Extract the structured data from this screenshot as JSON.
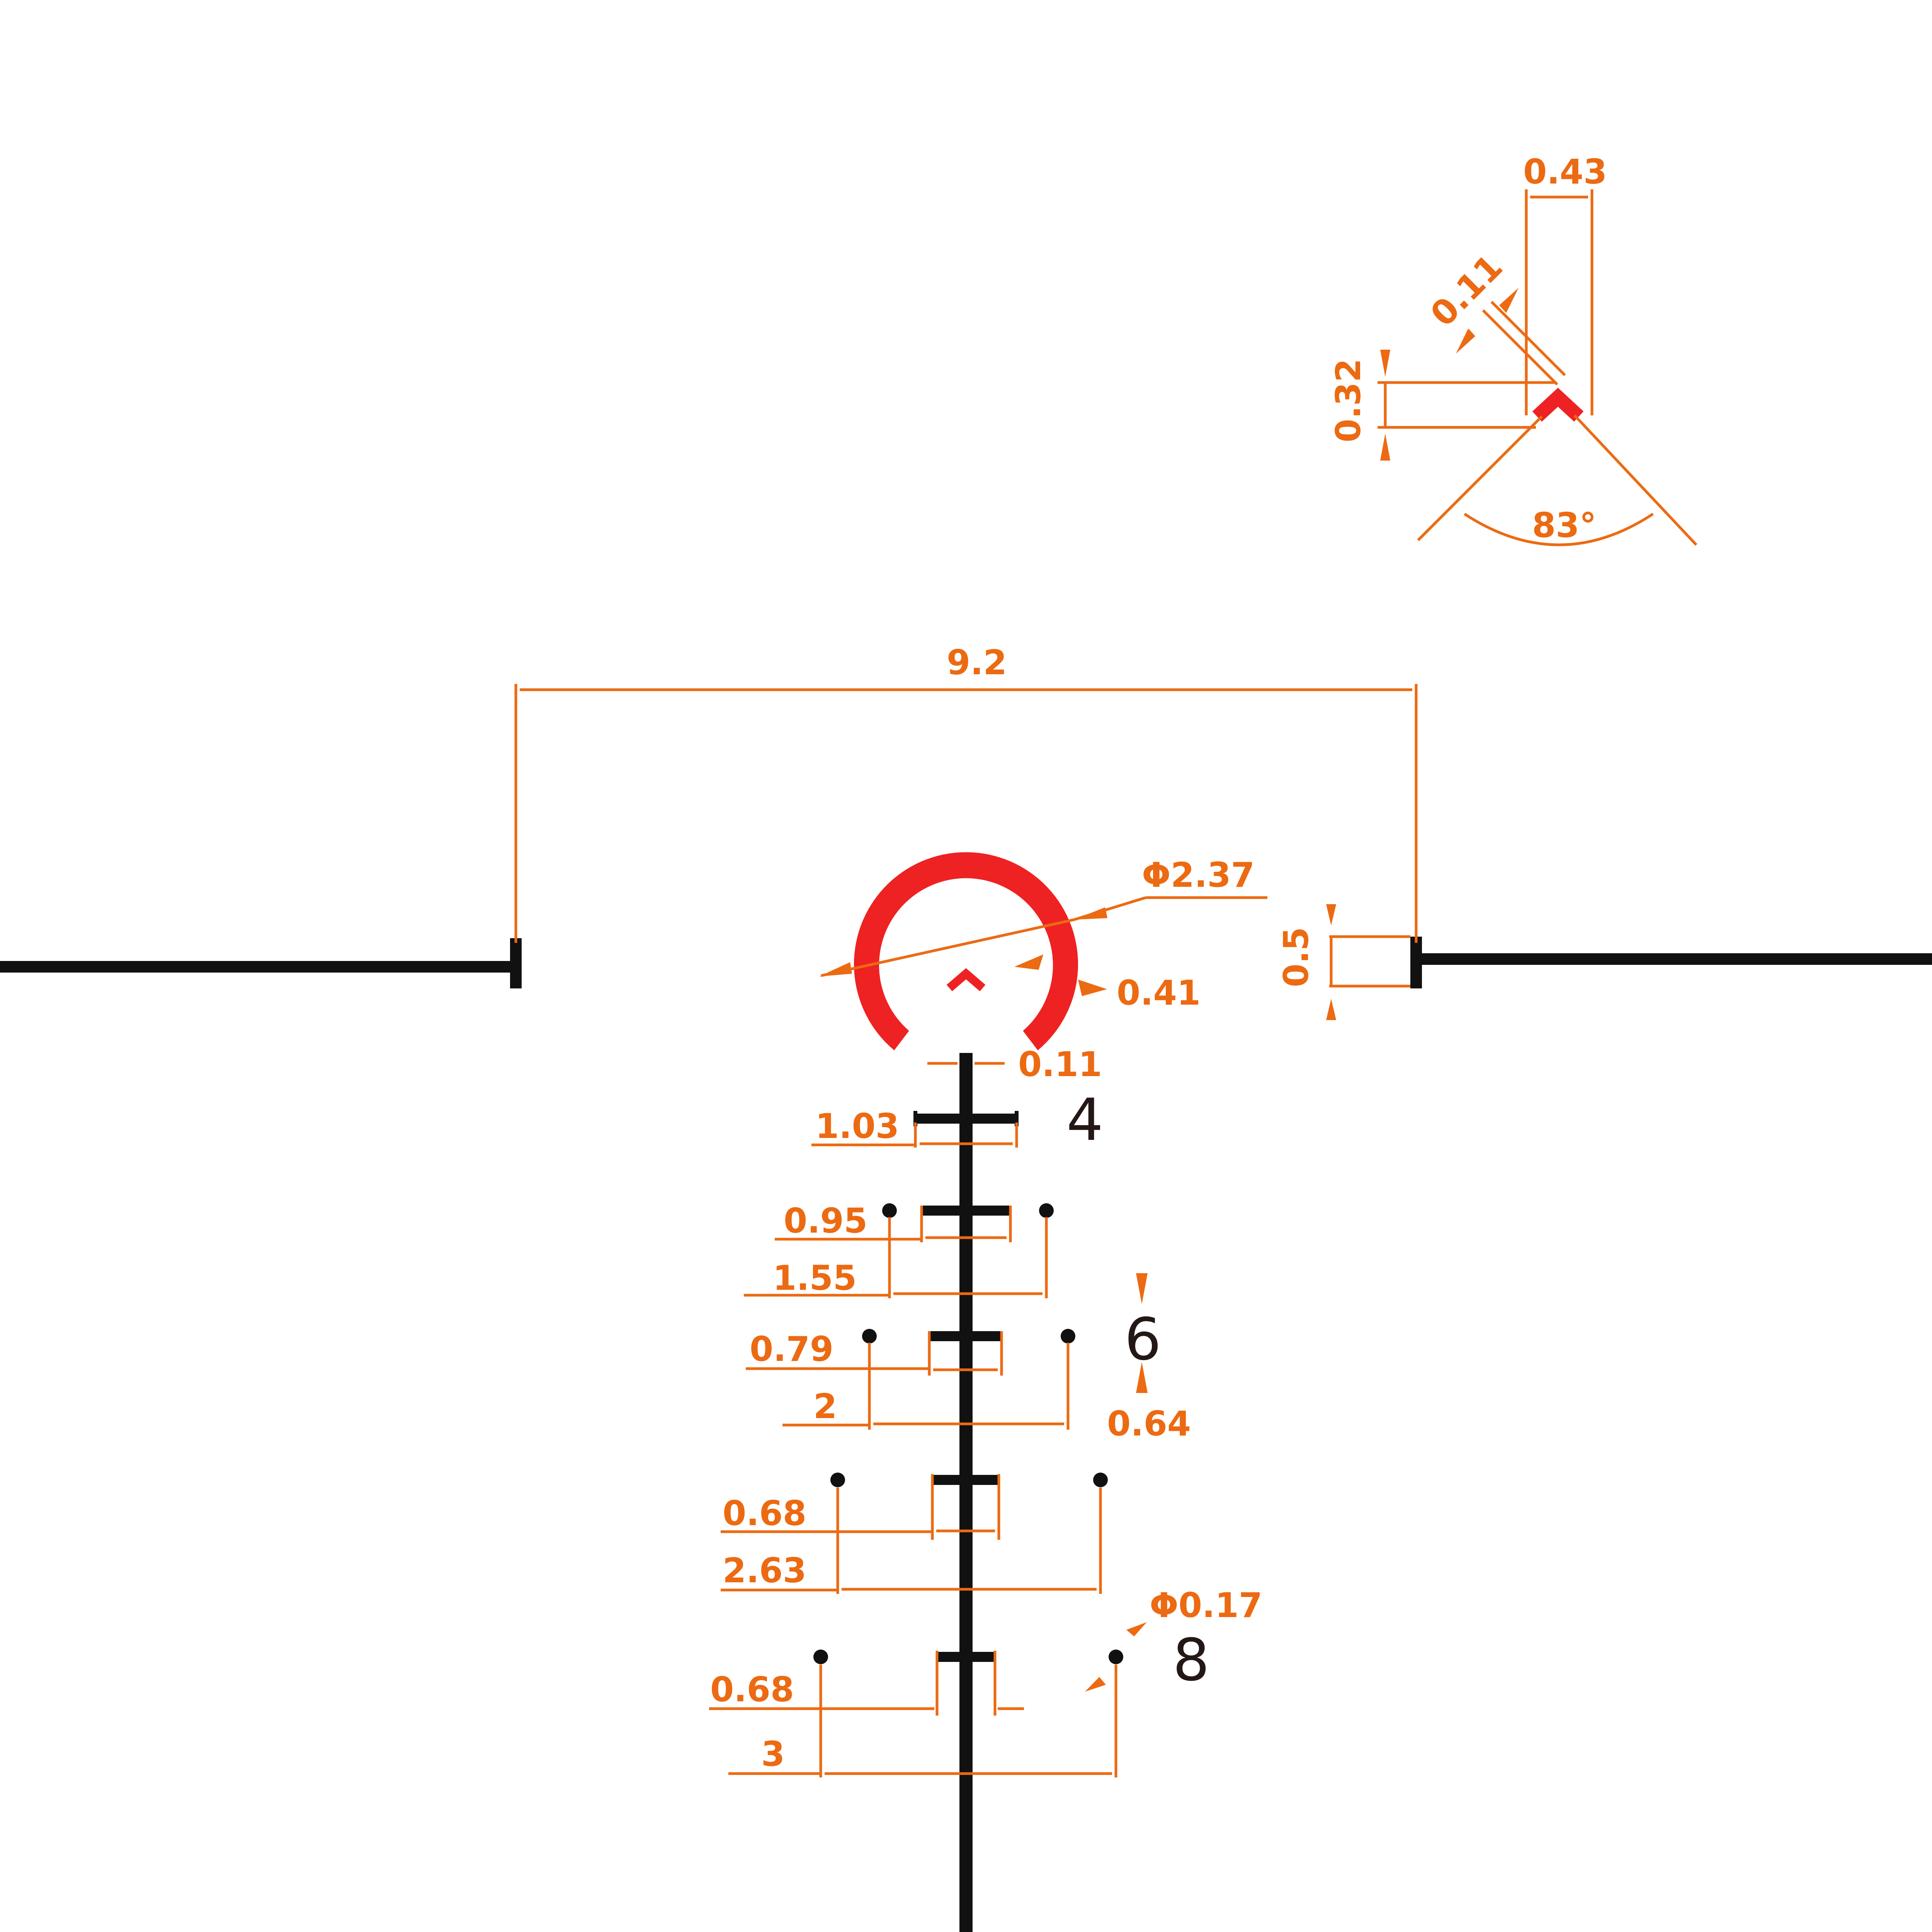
{
  "diagram": {
    "colors": {
      "dimension": "#ec6a12",
      "reticle": "#111111",
      "illuminated": "#ee2222",
      "background": "#ffffff"
    },
    "dimensions": {
      "post_gap": "9.2",
      "post_thickness": "0.5",
      "circle_diameter": "Φ2.37",
      "circle_thickness": "0.41",
      "center_line_width": "0.11",
      "bar_4_width": "1.03",
      "bar_5_width": "0.95",
      "dots_5_span": "1.55",
      "bar_6_width": "0.79",
      "dots_6_span": "2",
      "bar_6_spacing": "0.64",
      "bar_7_width": "0.68",
      "dots_7_span": "2.63",
      "bar_8_width": "0.68",
      "dots_8_span": "3",
      "dot_diameter": "Φ0.17",
      "chevron_width": "0.43",
      "chevron_thickness": "0.11",
      "chevron_height": "0.32",
      "chevron_angle": "83°"
    },
    "range_numbers": {
      "n4": "4",
      "n6": "6",
      "n8": "8"
    }
  }
}
